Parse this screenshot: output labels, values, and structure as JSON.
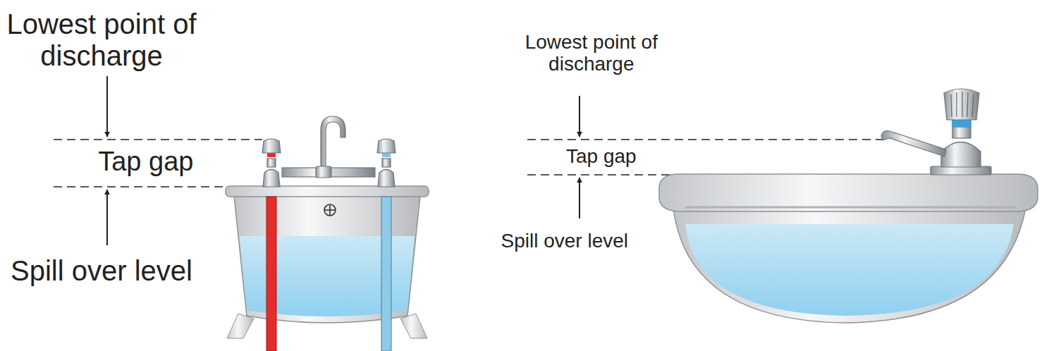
{
  "diagram": {
    "labels": [
      "Lowest point of discharge",
      "Tap gap",
      "Spill over level",
      "Lowest point of discharge",
      "Tap gap",
      "Spill over level"
    ]
  }
}
